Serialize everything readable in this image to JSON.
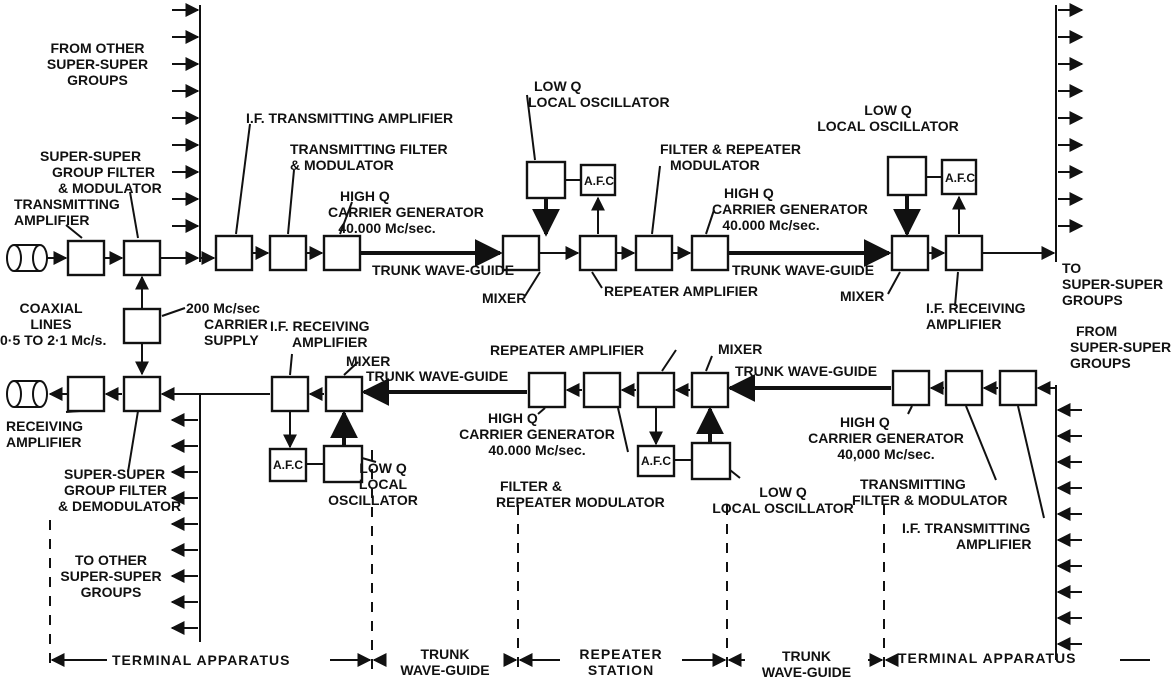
{
  "labels": {
    "from_other_1": "FROM OTHER",
    "from_other_2": "SUPER-SUPER",
    "from_other_3": "GROUPS",
    "ssg_filter_mod_1": "SUPER-SUPER",
    "ssg_filter_mod_2": "GROUP FILTER",
    "ssg_filter_mod_3": "& MODULATOR",
    "tx_amp_1": "TRANSMITTING",
    "tx_amp_2": "AMPLIFIER",
    "if_tx_amp": "I.F. TRANSMITTING AMPLIFIER",
    "tx_filter_1": "TRANSMITTING FILTER",
    "tx_filter_2": "& MODULATOR",
    "hq_carrier_1": "HIGH Q",
    "hq_carrier_2": "CARRIER GENERATOR",
    "hq_carrier_3": "40.000 Mc/sec.",
    "low_q_a_1": "LOW Q",
    "low_q_a_2": "LOCAL OSCILLATOR",
    "afc": "A.F.C",
    "filter_rep_mod_1": "FILTER & REPEATER",
    "filter_rep_mod_2": "MODULATOR",
    "hq_carrier_b_1": "HIGH Q",
    "hq_carrier_b_2": "CARRIER GENERATOR",
    "hq_carrier_b_3": "40.000 Mc/sec.",
    "low_q_b_1": "LOW Q",
    "low_q_b_2": "LOCAL OSCILLATOR",
    "trunk_wg": "TRUNK WAVE-GUIDE",
    "mixer": "MIXER",
    "repeater_amp": "REPEATER AMPLIFIER",
    "to_ssg_1": "TO",
    "to_ssg_2": "SUPER-SUPER",
    "to_ssg_3": "GROUPS",
    "if_rx_amp_1": "I.F. RECEIVING",
    "if_rx_amp_2": "AMPLIFIER",
    "coax_1": "COAXIAL",
    "coax_2": "LINES",
    "coax_3": "0·5 TO 2·1 Mc/s.",
    "carrier_200_1": "200 Mc/sec",
    "carrier_200_2": "CARRIER",
    "carrier_200_3": "SUPPLY",
    "if_rx_amp_l_1": "I.F. RECEIVING",
    "if_rx_amp_l_2": "AMPLIFIER",
    "rep_amp_l": "REPEATER AMPLIFIER",
    "from_ssg_1": "FROM",
    "from_ssg_2": "SUPER-SUPER",
    "from_ssg_3": "GROUPS",
    "rx_amp_1": "RECEIVING",
    "rx_amp_2": "AMPLIFIER",
    "ssg_demod_1": "SUPER-SUPER",
    "ssg_demod_2": "GROUP FILTER",
    "ssg_demod_3": "& DEMODULATOR",
    "low_q_c_1": "LOW Q",
    "low_q_c_2": "LOCAL",
    "low_q_c_3": "OSCILLATOR",
    "hq_carrier_c_1": "HIGH Q",
    "hq_carrier_c_2": "CARRIER GENERATOR",
    "hq_carrier_c_3": "40.000 Mc/sec.",
    "filter_rep_mod_l_1": "FILTER &",
    "filter_rep_mod_l_2": "REPEATER MODULATOR",
    "low_q_d_1": "LOW Q",
    "low_q_d_2": "LOCAL OSCILLATOR",
    "hq_carrier_d_1": "HIGH Q",
    "hq_carrier_d_2": "CARRIER GENERATOR",
    "hq_carrier_d_3": "40,000 Mc/sec.",
    "tx_filter_l_1": "TRANSMITTING",
    "tx_filter_l_2": "FILTER & MODULATOR",
    "if_tx_amp_l_1": "I.F. TRANSMITTING",
    "if_tx_amp_l_2": "AMPLIFIER",
    "to_other_1": "TO OTHER",
    "to_other_2": "SUPER-SUPER",
    "to_other_3": "GROUPS",
    "sec_terminal_l": "TERMINAL APPARATUS",
    "sec_trunk_1a": "TRUNK",
    "sec_trunk_1b": "WAVE-GUIDE",
    "sec_repeater_a": "REPEATER",
    "sec_repeater_b": "STATION",
    "sec_trunk_2a": "TRUNK",
    "sec_trunk_2b": "WAVE-GUIDE",
    "sec_terminal_r": "TERMINAL APPARATUS"
  }
}
